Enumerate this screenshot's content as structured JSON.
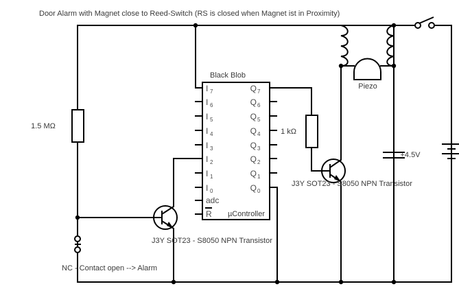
{
  "title": "Door Alarm with Magnet close to Reed-Switch (RS is closed when Magnet ist in Proximity)",
  "blocks": {
    "mcu": {
      "caption": "Black Blob",
      "name": "µController",
      "inputs": [
        {
          "base": "I",
          "sub": "7"
        },
        {
          "base": "I",
          "sub": "6"
        },
        {
          "base": "I",
          "sub": "5"
        },
        {
          "base": "I",
          "sub": "4"
        },
        {
          "base": "I",
          "sub": "3"
        },
        {
          "base": "I",
          "sub": "2"
        },
        {
          "base": "I",
          "sub": "1"
        },
        {
          "base": "I",
          "sub": "0"
        }
      ],
      "extra_inputs": [
        {
          "label": "adc",
          "overline": false
        },
        {
          "label": "R",
          "overline": true
        }
      ],
      "outputs": [
        {
          "base": "Q",
          "sub": "7"
        },
        {
          "base": "Q",
          "sub": "6"
        },
        {
          "base": "Q",
          "sub": "5"
        },
        {
          "base": "Q",
          "sub": "4"
        },
        {
          "base": "Q",
          "sub": "3"
        },
        {
          "base": "Q",
          "sub": "2"
        },
        {
          "base": "Q",
          "sub": "1"
        },
        {
          "base": "Q",
          "sub": "0"
        }
      ]
    }
  },
  "components": {
    "resistor_pullup": {
      "value": "1.5 MΩ"
    },
    "resistor_base": {
      "value": "1 kΩ"
    },
    "piezo": {
      "label": "Piezo"
    },
    "battery": {
      "label": "+4.5V"
    },
    "transistor_left": {
      "label": "J3Y SOT23 - S8050 NPN Transistor"
    },
    "transistor_right": {
      "label": "J3Y SOT23 - S8050 NPN Transistor"
    },
    "reed_switch": {
      "note": "NC - Contact open --> Alarm"
    }
  },
  "colors": {
    "wire": "#000000",
    "text": "#3a3a3a",
    "background": "#ffffff"
  }
}
